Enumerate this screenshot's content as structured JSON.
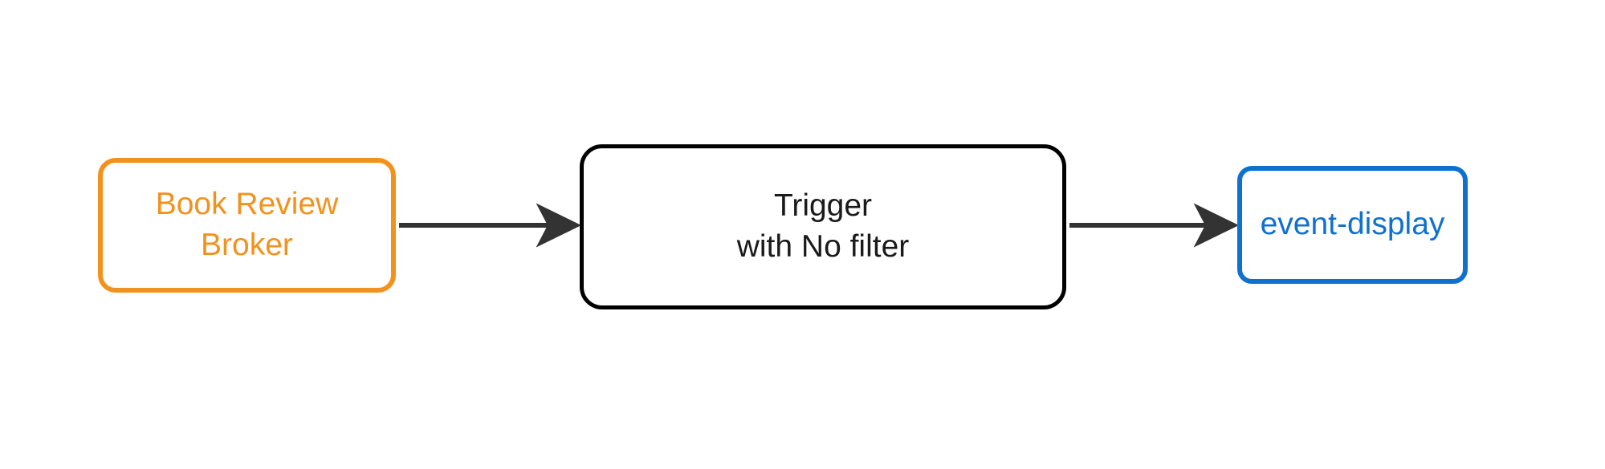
{
  "diagram": {
    "type": "flowchart",
    "direction": "left-to-right",
    "background_color": "#ffffff",
    "nodes": [
      {
        "id": "broker",
        "label": "Book Review\nBroker",
        "label_line_1": "Book Review",
        "label_line_2": "Broker",
        "shape": "rounded-rectangle",
        "border_color": "#f2921d",
        "text_color": "#f2921d",
        "fill_color": "#ffffff",
        "role": "source-broker"
      },
      {
        "id": "trigger",
        "label": "Trigger\nwith No filter",
        "label_line_1": "Trigger",
        "label_line_2": "with No filter",
        "shape": "rounded-rectangle",
        "border_color": "#000000",
        "text_color": "#1a1a1a",
        "fill_color": "#ffffff",
        "role": "trigger"
      },
      {
        "id": "display",
        "label": "event-display",
        "label_line_1": "event-display",
        "shape": "rounded-rectangle",
        "border_color": "#0f71ce",
        "text_color": "#0f71ce",
        "fill_color": "#ffffff",
        "role": "sink-service"
      }
    ],
    "edges": [
      {
        "id": "edge-broker-trigger",
        "from": "broker",
        "to": "trigger",
        "label": "",
        "color": "#333333",
        "arrowhead": "filled-triangle"
      },
      {
        "id": "edge-trigger-display",
        "from": "trigger",
        "to": "display",
        "label": "",
        "color": "#333333",
        "arrowhead": "filled-triangle"
      }
    ]
  }
}
